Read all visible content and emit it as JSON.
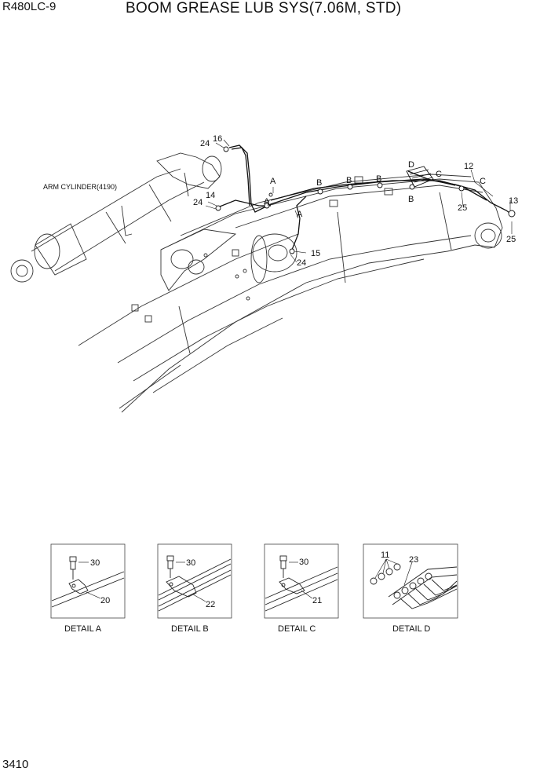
{
  "header": {
    "model": "R480LC-9",
    "title": "BOOM GREASE LUB SYS(7.06M, STD)"
  },
  "footer": {
    "page_number": "3410"
  },
  "diagram": {
    "component_label": "ARM CYLINDER(4190)",
    "callouts": {
      "c16": "16",
      "c24a": "24",
      "c14": "14",
      "c24b": "24",
      "c15": "15",
      "c24c": "24",
      "c12": "12",
      "c13": "13",
      "c25a": "25",
      "c25b": "25"
    },
    "detail_markers": {
      "a1": "A",
      "a2": "A",
      "a3": "A",
      "b1": "B",
      "b2": "B",
      "b3": "B",
      "b4": "B",
      "c1": "C",
      "c2": "C",
      "d1": "D"
    }
  },
  "details": [
    {
      "caption": "DETAIL  A",
      "callouts": [
        "30",
        "20"
      ]
    },
    {
      "caption": "DETAIL  B",
      "callouts": [
        "30",
        "22"
      ]
    },
    {
      "caption": "DETAIL  C",
      "callouts": [
        "30",
        "21"
      ]
    },
    {
      "caption": "DETAIL  D",
      "callouts": [
        "11",
        "23"
      ]
    }
  ]
}
